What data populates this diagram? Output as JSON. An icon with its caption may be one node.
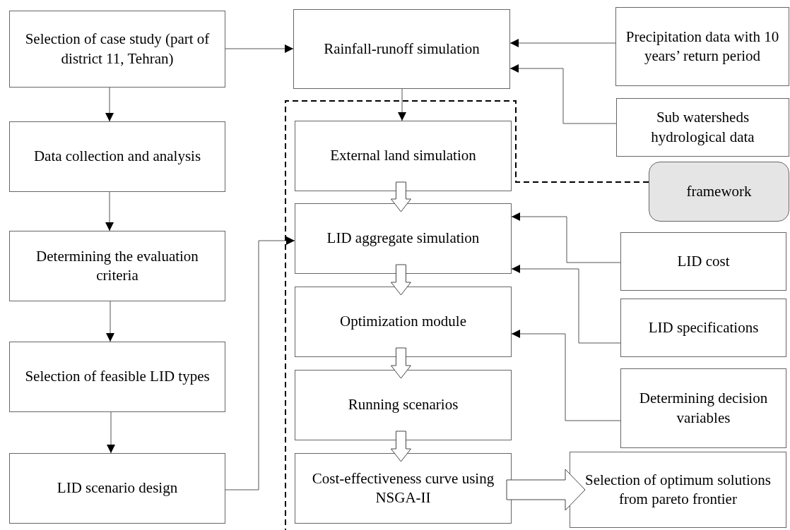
{
  "diagram": {
    "nodes": [
      {
        "text": [
          "Selection of case study (part of district 11, Tehran)"
        ]
      },
      {
        "text": [
          "Data collection and analysis"
        ]
      },
      {
        "text": [
          "Determining the evaluation criteria"
        ]
      },
      {
        "text": [
          "Selection of feasible LID types"
        ]
      },
      {
        "text": [
          "LID scenario design"
        ]
      },
      {
        "text": [
          "Rainfall-runoff simulation"
        ]
      },
      {
        "text": [
          "External land simulation"
        ]
      },
      {
        "text": [
          "LID aggregate simulation"
        ]
      },
      {
        "text": [
          "Optimization module"
        ]
      },
      {
        "text": [
          "Running scenarios"
        ]
      },
      {
        "text": [
          "Cost-effectiveness curve using NSGA-II"
        ]
      },
      {
        "text": [
          "Precipitation data with 10 years’ return period"
        ]
      },
      {
        "text": [
          "Sub watersheds hydrological data"
        ]
      },
      {
        "text": [
          "framework"
        ]
      },
      {
        "text": [
          "LID cost"
        ]
      },
      {
        "text": [
          "LID specifications"
        ]
      },
      {
        "text": [
          "Determining decision variables"
        ]
      },
      {
        "text": [
          "Selection of optimum solutions from pareto frontier"
        ]
      }
    ],
    "edges": [
      {
        "from": 0,
        "to": 5,
        "arrow": "to"
      },
      {
        "from": 11,
        "to": 5,
        "arrow": "to"
      },
      {
        "from": 12,
        "to": 5,
        "arrow": "to"
      },
      {
        "from": 5,
        "to": 6,
        "arrow": "to"
      },
      {
        "from": 0,
        "to": 1,
        "arrow": "to"
      },
      {
        "from": 1,
        "to": 2,
        "arrow": "to"
      },
      {
        "from": 2,
        "to": 3,
        "arrow": "to"
      },
      {
        "from": 3,
        "to": 4,
        "arrow": "to"
      },
      {
        "from": 4,
        "to": 7,
        "arrow": "to"
      },
      {
        "from": 14,
        "to": 7,
        "arrow": "to"
      },
      {
        "from": 15,
        "to": 7,
        "arrow": "to"
      },
      {
        "from": 16,
        "to": 8,
        "arrow": "to"
      },
      {
        "from": 6,
        "to": 7,
        "arrow": "to",
        "style": "thick"
      },
      {
        "from": 7,
        "to": 8,
        "arrow": "to",
        "style": "thick"
      },
      {
        "from": 8,
        "to": 9,
        "arrow": "to",
        "style": "thick"
      },
      {
        "from": 9,
        "to": 10,
        "arrow": "to",
        "style": "thick"
      },
      {
        "from": 10,
        "to": 17,
        "arrow": "to",
        "style": "thick"
      },
      {
        "from": 13,
        "to": null,
        "arrow": "none",
        "style": "dashed"
      }
    ]
  }
}
